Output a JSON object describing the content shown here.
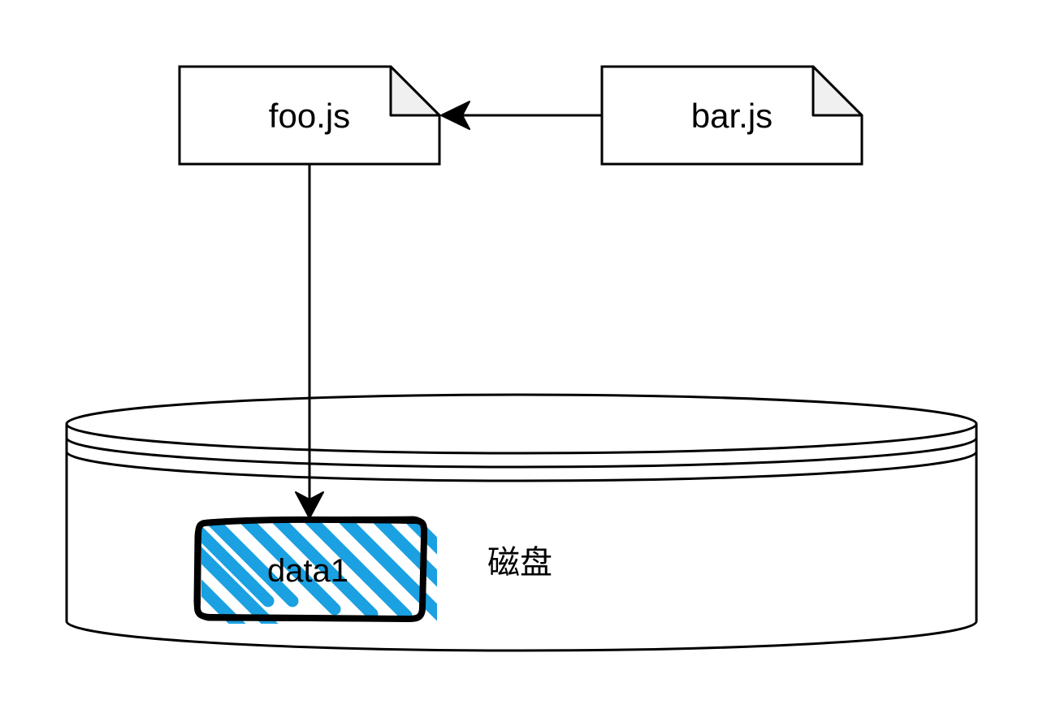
{
  "diagram": {
    "files": [
      {
        "id": "foo",
        "label": "foo.js"
      },
      {
        "id": "bar",
        "label": "bar.js"
      }
    ],
    "data_block": {
      "label": "data1"
    },
    "disk": {
      "label": "磁盘"
    }
  },
  "colors": {
    "stroke": "#000000",
    "fold_fill": "#f0f0f0",
    "hatch": "#1ba1e2",
    "background": "#ffffff"
  }
}
